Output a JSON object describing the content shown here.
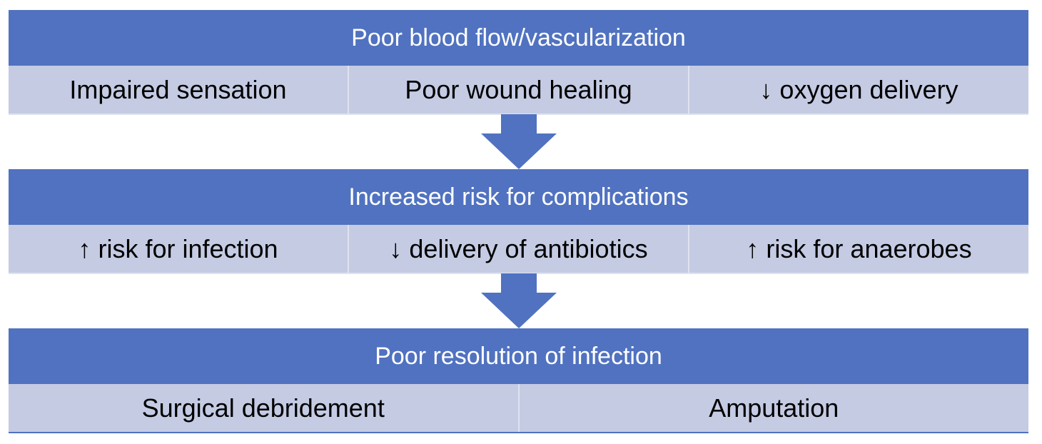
{
  "colors": {
    "header_bg": "#5072c0",
    "row_bg": "#c4cbe3",
    "arrow": "#5072c0"
  },
  "blocks": [
    {
      "title": "Poor blood flow/vascularization",
      "items": [
        "Impaired sensation",
        "Poor wound healing",
        "↓ oxygen delivery"
      ]
    },
    {
      "title": "Increased risk for complications",
      "items": [
        "↑ risk for infection",
        "↓ delivery of antibiotics",
        "↑ risk for anaerobes"
      ]
    },
    {
      "title": "Poor resolution of infection",
      "items": [
        "Surgical debridement",
        "Amputation"
      ]
    }
  ],
  "arrows": [
    "arrow-down-icon",
    "arrow-down-icon"
  ]
}
